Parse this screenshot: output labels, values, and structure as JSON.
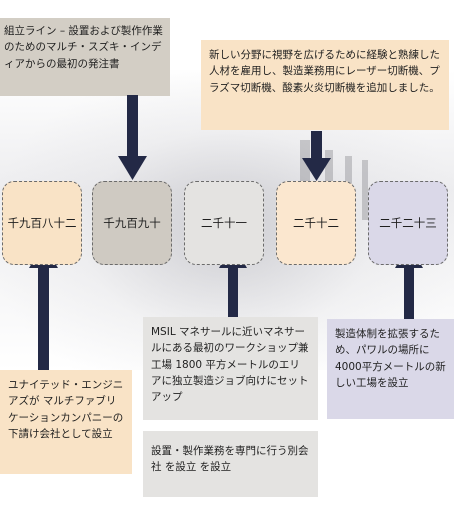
{
  "years": [
    "千九百八十二",
    "千九百九十",
    "二千十一",
    "二千十二",
    "二千二十三"
  ],
  "notes": {
    "n1990": "組立ライン – 設置および製作作業のためのマルチ・スズキ・インディアからの最初の発注書",
    "n2012": "新しい分野に視野を広げるために経験と熟練した人材を雇用し、製造業務用にレーザー切断機、プラズマ切断機、酸素火炎切断機を追加しました。",
    "n1982": "ユナイテッド・エンジニアズが マルチファブリケーションカンパニーの下請け会社として設立",
    "n2011a": "MSIL マネサールに近いマネサールにある最初のワークショップ兼工場 1800 平方メートルのエリアに独立製造ジョブ向けにセットアップ",
    "n2011b": "設置・製作業務を専門に行う別会社 を設立 を設立",
    "n2023": "製造体制を拡張するため、パワルの場所に4000平方メートルの新しい工場を設立"
  },
  "colors": {
    "arrow": "#232946",
    "box_1982": "#f9e3c6",
    "box_1990": "#d3cec5",
    "box_2011": "#e4e3e1",
    "box_2012": "#f9e3c6",
    "box_2023": "#dad8e8"
  }
}
